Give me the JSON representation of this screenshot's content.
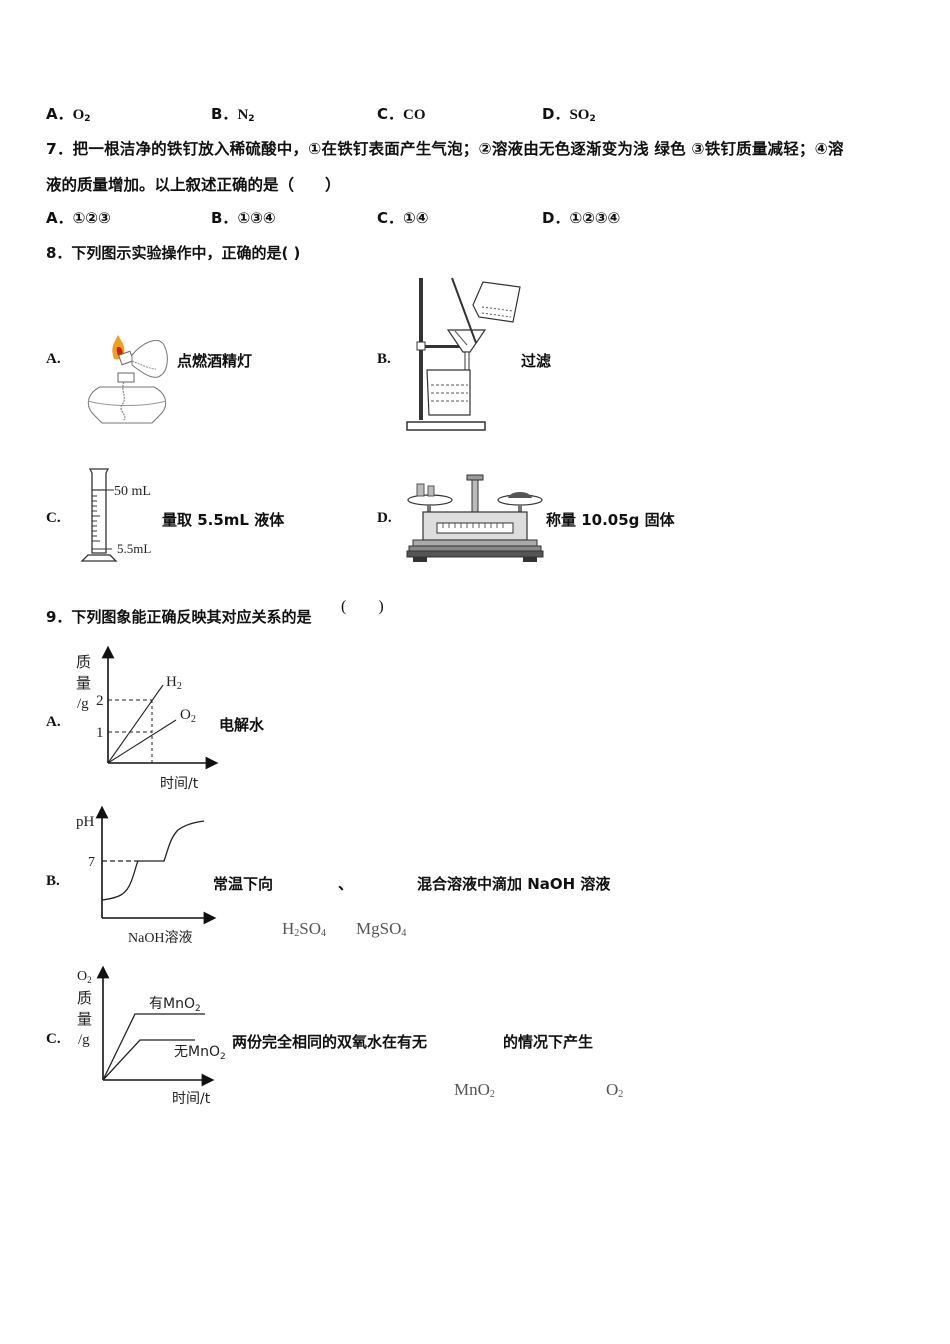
{
  "q6_options": [
    {
      "label": "A．",
      "formula": "O",
      "sub": "2"
    },
    {
      "label": "B．",
      "formula": "N",
      "sub": "2"
    },
    {
      "label": "C．",
      "formula": "CO",
      "sub": ""
    },
    {
      "label": "D．",
      "formula": "SO",
      "sub": "2"
    }
  ],
  "q7": {
    "line1": "7．把一根洁净的铁钉放入稀硫酸中，①在铁钉表面产生气泡；②溶液由无色逐渐变为浅 绿色 ③铁钉质量减轻；④溶",
    "line2": "液的质量增加。以上叙述正确的是（　　）",
    "options": [
      {
        "label": "A．",
        "text": "①②③"
      },
      {
        "label": "B．",
        "text": "①③④"
      },
      {
        "label": "C．",
        "text": "①④"
      },
      {
        "label": "D．",
        "text": "①②③④"
      }
    ]
  },
  "q8": {
    "stem": "8．下列图示实验操作中，正确的是(  )",
    "options": [
      {
        "label": "A.",
        "text": "点燃酒精灯",
        "image": "alcohol-lamp-lighting-illustration"
      },
      {
        "label": "B.",
        "text": "过滤",
        "image": "filtration-apparatus-illustration"
      },
      {
        "label": "C.",
        "text": "量取 5.5mL 液体",
        "image": "graduated-cylinder-illustration",
        "cylinder_top": "50 mL",
        "cylinder_bottom": "5.5mL"
      },
      {
        "label": "D.",
        "text": "称量 10.05g 固体",
        "image": "balance-scale-illustration"
      }
    ]
  },
  "q9": {
    "stem": "9．下列图象能正确反映其对应关系的是",
    "paren": "(　　)",
    "options": [
      {
        "label": "A.",
        "text": "电解水"
      },
      {
        "label": "B.",
        "text_a": "常温下向",
        "sep": "、",
        "text_b": "混合溶液中滴加 NaOH 溶液",
        "formula1": "H",
        "formula1_sub": "2",
        "formula1_rest": "SO",
        "formula1_sub2": "4",
        "formula2": "MgSO",
        "formula2_sub": "4"
      },
      {
        "label": "C.",
        "text_a": "两份完全相同的双氧水在有无",
        "text_b": "的情况下产生",
        "formula1": "MnO",
        "formula1_sub": "2",
        "formula2": "O",
        "formula2_sub": "2"
      }
    ]
  },
  "chart_data": [
    {
      "type": "line",
      "title": "电解水",
      "ylabel": "质量/g",
      "xlabel": "时间/t",
      "yticks": [
        "1",
        "2"
      ],
      "series": [
        {
          "name": "H2",
          "x": [
            0,
            1
          ],
          "y": [
            0,
            2
          ]
        },
        {
          "name": "O2",
          "x": [
            0,
            1
          ],
          "y": [
            0,
            1
          ]
        }
      ],
      "annotations": [
        "dashed guides at y=1 and y=2",
        "dashed vertical at x=1"
      ]
    },
    {
      "type": "line",
      "title": "常温下向H2SO4、MgSO4混合溶液中滴加NaOH溶液",
      "ylabel": "pH",
      "xlabel": "NaOH溶液",
      "yticks": [
        "7"
      ],
      "series": [
        {
          "name": "pH",
          "x": [
            0,
            0.2,
            0.35,
            0.55,
            0.65,
            0.8,
            1.0
          ],
          "y": [
            2,
            3,
            7,
            7,
            7,
            11,
            12
          ]
        }
      ],
      "annotations": [
        "dashed line at pH 7",
        "plateau at pH 7"
      ]
    },
    {
      "type": "line",
      "title": "两份完全相同的双氧水在有无MnO2的情况下产生O2",
      "ylabel": "O2质量/g",
      "xlabel": "时间/t",
      "series": [
        {
          "name": "有MnO2",
          "x": [
            0,
            0.3,
            1.0
          ],
          "y": [
            0,
            2,
            2
          ]
        },
        {
          "name": "无MnO2",
          "x": [
            0,
            0.35,
            0.9
          ],
          "y": [
            0,
            1.3,
            1.3
          ]
        }
      ]
    }
  ],
  "graph_labels": {
    "a": {
      "y1": "质",
      "y2": "量",
      "y3": "/g",
      "x": "时间/t",
      "tick2": "2",
      "tick1": "1",
      "s1": "H",
      "s1sub": "2",
      "s2": "O",
      "s2sub": "2"
    },
    "b": {
      "y": "pH",
      "x": "NaOH溶液",
      "tick7": "7"
    },
    "c": {
      "y0": "O",
      "y0sub": "2",
      "y1": "质",
      "y2": "量",
      "y3": "/g",
      "x": "时间/t",
      "s1": "有MnO",
      "s1sub": "2",
      "s2": "无MnO",
      "s2sub": "2"
    }
  }
}
